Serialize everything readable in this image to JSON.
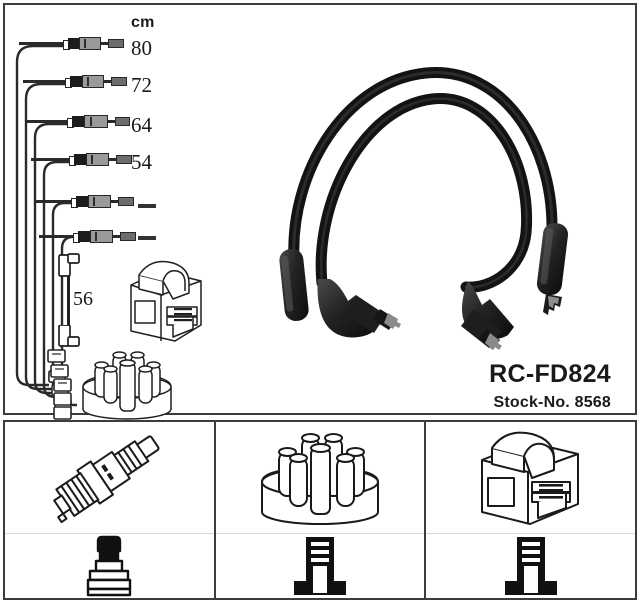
{
  "product": {
    "code": "RC-FD824",
    "stock_label": "Stock-No. 8568"
  },
  "measurements": {
    "unit_header": "cm",
    "rows": [
      {
        "index": 1,
        "label": "80",
        "is_dash": false
      },
      {
        "index": 2,
        "label": "72",
        "is_dash": false
      },
      {
        "index": 3,
        "label": "64",
        "is_dash": false
      },
      {
        "index": 4,
        "label": "54",
        "is_dash": false
      },
      {
        "index": 5,
        "label": "–",
        "is_dash": true
      },
      {
        "index": 6,
        "label": "–",
        "is_dash": true
      }
    ],
    "coil_lead": "56"
  },
  "legend_panels": [
    {
      "id": "spark-plug",
      "component": "spark-plug",
      "terminal": "spark-plug-boot"
    },
    {
      "id": "distributor-cap",
      "component": "distributor-cap",
      "terminal": "straight-terminal-boot"
    },
    {
      "id": "ignition-coil",
      "component": "ignition-coil",
      "terminal": "straight-terminal-boot"
    }
  ],
  "colors": {
    "frame": "#3c3c3c",
    "line": "#2a2a2a",
    "cable": "#161616",
    "metal": "#9a9a9a",
    "background": "#ffffff"
  }
}
